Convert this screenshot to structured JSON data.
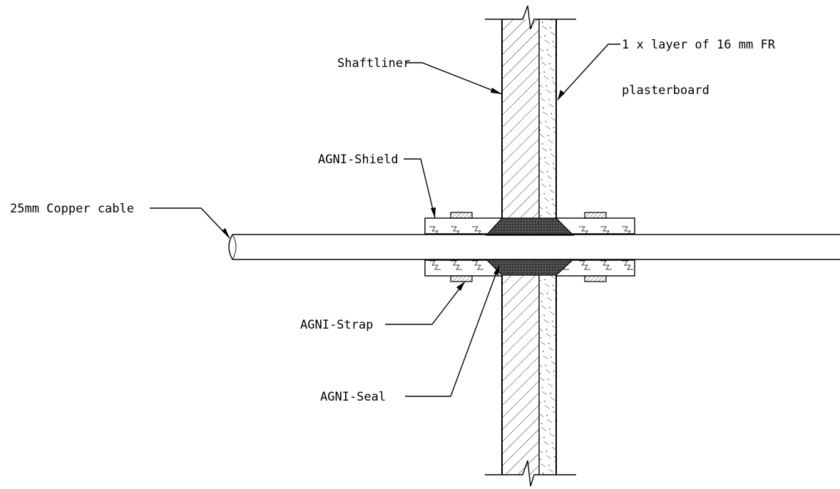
{
  "labels": {
    "shaftliner": "Shaftliner",
    "plasterboard_line1": "1 x layer of 16 mm FR",
    "plasterboard_line2": "plasterboard",
    "agni_shield": "AGNI-Shield",
    "copper_cable": "25mm Copper cable",
    "agni_strap": "AGNI-Strap",
    "agni_seal": "AGNI-Seal"
  },
  "colors": {
    "line": "#000000",
    "background": "#ffffff",
    "seal_fill": "#3a3a3a"
  }
}
